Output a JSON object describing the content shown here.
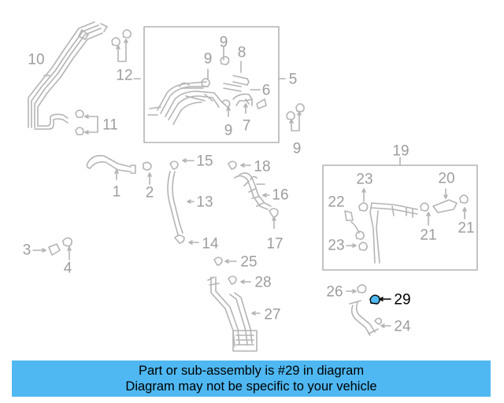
{
  "diagram": {
    "callouts": [
      {
        "id": "1",
        "label": "1"
      },
      {
        "id": "2",
        "label": "2"
      },
      {
        "id": "3",
        "label": "3"
      },
      {
        "id": "4",
        "label": "4"
      },
      {
        "id": "5",
        "label": "5"
      },
      {
        "id": "6",
        "label": "6"
      },
      {
        "id": "7",
        "label": "7"
      },
      {
        "id": "8",
        "label": "8"
      },
      {
        "id": "9a",
        "label": "9"
      },
      {
        "id": "9b",
        "label": "9"
      },
      {
        "id": "9c",
        "label": "9"
      },
      {
        "id": "9d",
        "label": "9"
      },
      {
        "id": "10",
        "label": "10"
      },
      {
        "id": "11",
        "label": "11"
      },
      {
        "id": "12",
        "label": "12"
      },
      {
        "id": "13",
        "label": "13"
      },
      {
        "id": "14",
        "label": "14"
      },
      {
        "id": "15",
        "label": "15"
      },
      {
        "id": "16",
        "label": "16"
      },
      {
        "id": "17",
        "label": "17"
      },
      {
        "id": "18",
        "label": "18"
      },
      {
        "id": "19",
        "label": "19"
      },
      {
        "id": "20",
        "label": "20"
      },
      {
        "id": "21a",
        "label": "21"
      },
      {
        "id": "21b",
        "label": "21"
      },
      {
        "id": "22",
        "label": "22"
      },
      {
        "id": "23a",
        "label": "23"
      },
      {
        "id": "23b",
        "label": "23"
      },
      {
        "id": "24",
        "label": "24"
      },
      {
        "id": "25",
        "label": "25"
      },
      {
        "id": "26",
        "label": "26"
      },
      {
        "id": "27",
        "label": "27"
      },
      {
        "id": "28",
        "label": "28"
      },
      {
        "id": "29",
        "label": "29"
      }
    ],
    "highlighted_part": "29",
    "colors": {
      "line": "#b4b4b4",
      "text": "#9d9d9d",
      "highlight_fill": "#4fb8f2",
      "highlight_text": "#000000",
      "banner_bg": "#4fb8f2"
    }
  },
  "banner": {
    "line1": "Part or sub-assembly is #29 in diagram",
    "line2": "Diagram may not be specific to your vehicle"
  }
}
